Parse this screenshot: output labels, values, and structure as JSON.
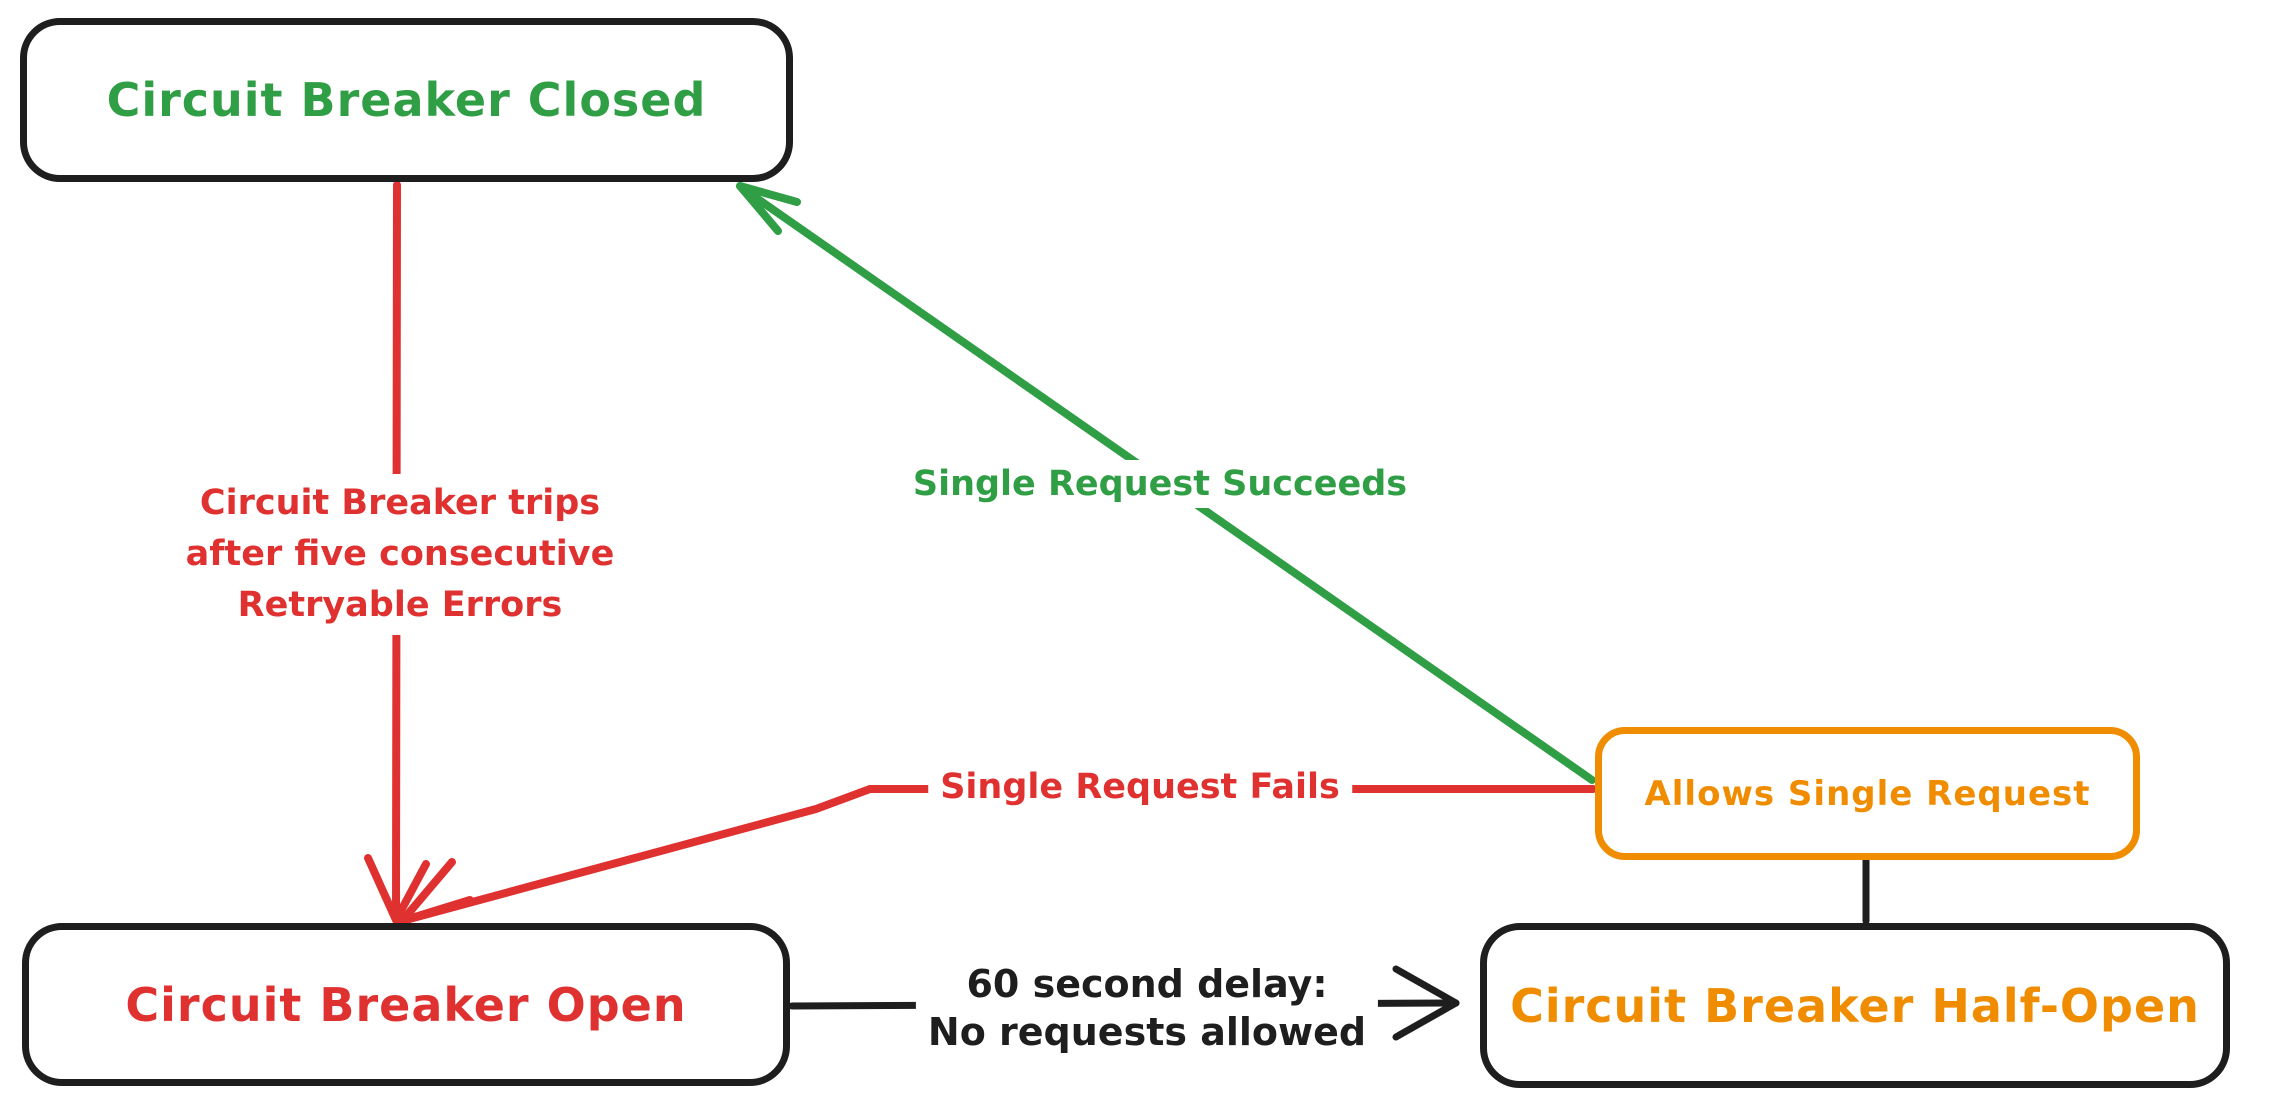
{
  "colors": {
    "background": "#ffffff",
    "ink": "#1e1e1e",
    "green": "#2f9e44",
    "red": "#e03131",
    "orange": "#f08c00"
  },
  "nodes": {
    "closed": {
      "label": "Circuit Breaker Closed"
    },
    "open": {
      "label": "Circuit Breaker Open"
    },
    "half_open": {
      "label": "Circuit Breaker Half-Open"
    },
    "allows_single_request": {
      "label": "Allows Single Request"
    }
  },
  "edges": {
    "trip": {
      "label_lines": [
        "Circuit Breaker trips",
        "after five consecutive",
        "Retryable Errors"
      ]
    },
    "succeed": {
      "label": "Single Request Succeeds"
    },
    "fail": {
      "label": "Single Request Fails"
    },
    "delay": {
      "label_lines": [
        "60 second delay:",
        "No requests allowed"
      ]
    }
  }
}
